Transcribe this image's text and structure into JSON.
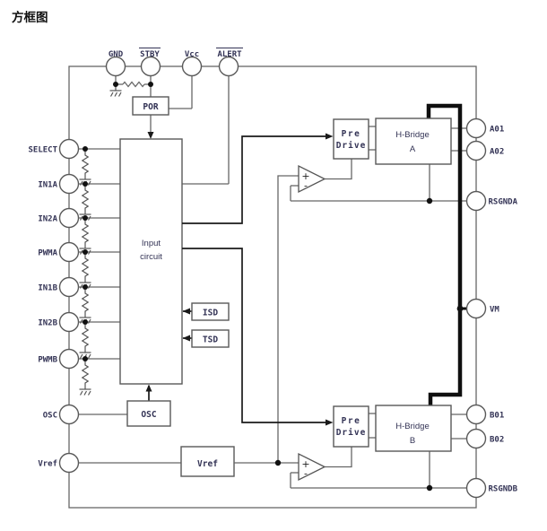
{
  "title": "方框图",
  "pins": {
    "top": [
      "GND",
      "STBY",
      "Vcc",
      "ALERT"
    ],
    "left": [
      "SELECT",
      "IN1A",
      "IN2A",
      "PWMA",
      "IN1B",
      "IN2B",
      "PWMB",
      "OSC",
      "Vref"
    ],
    "right": [
      "A01",
      "A02",
      "RSGNDA",
      "VM",
      "B01",
      "B02",
      "RSGNDB"
    ]
  },
  "blocks": {
    "por": "POR",
    "input_line1": "Input",
    "input_line2": "circuit",
    "isd": "ISD",
    "tsd": "TSD",
    "osc": "OSC",
    "vref": "Vref",
    "pre_line1": "Pre",
    "pre_line2": "Drive",
    "hbridge_line1": "H-Bridge",
    "hbridge_a": "A",
    "hbridge_b": "B"
  },
  "comparator": {
    "plus": "+",
    "minus": "-"
  },
  "colors": {
    "background": "#ffffff",
    "wire": "#666666",
    "signal": "#1a1a1a",
    "power_rail": "#0f0f0f",
    "text": "#333355",
    "title_text": "#111111"
  }
}
